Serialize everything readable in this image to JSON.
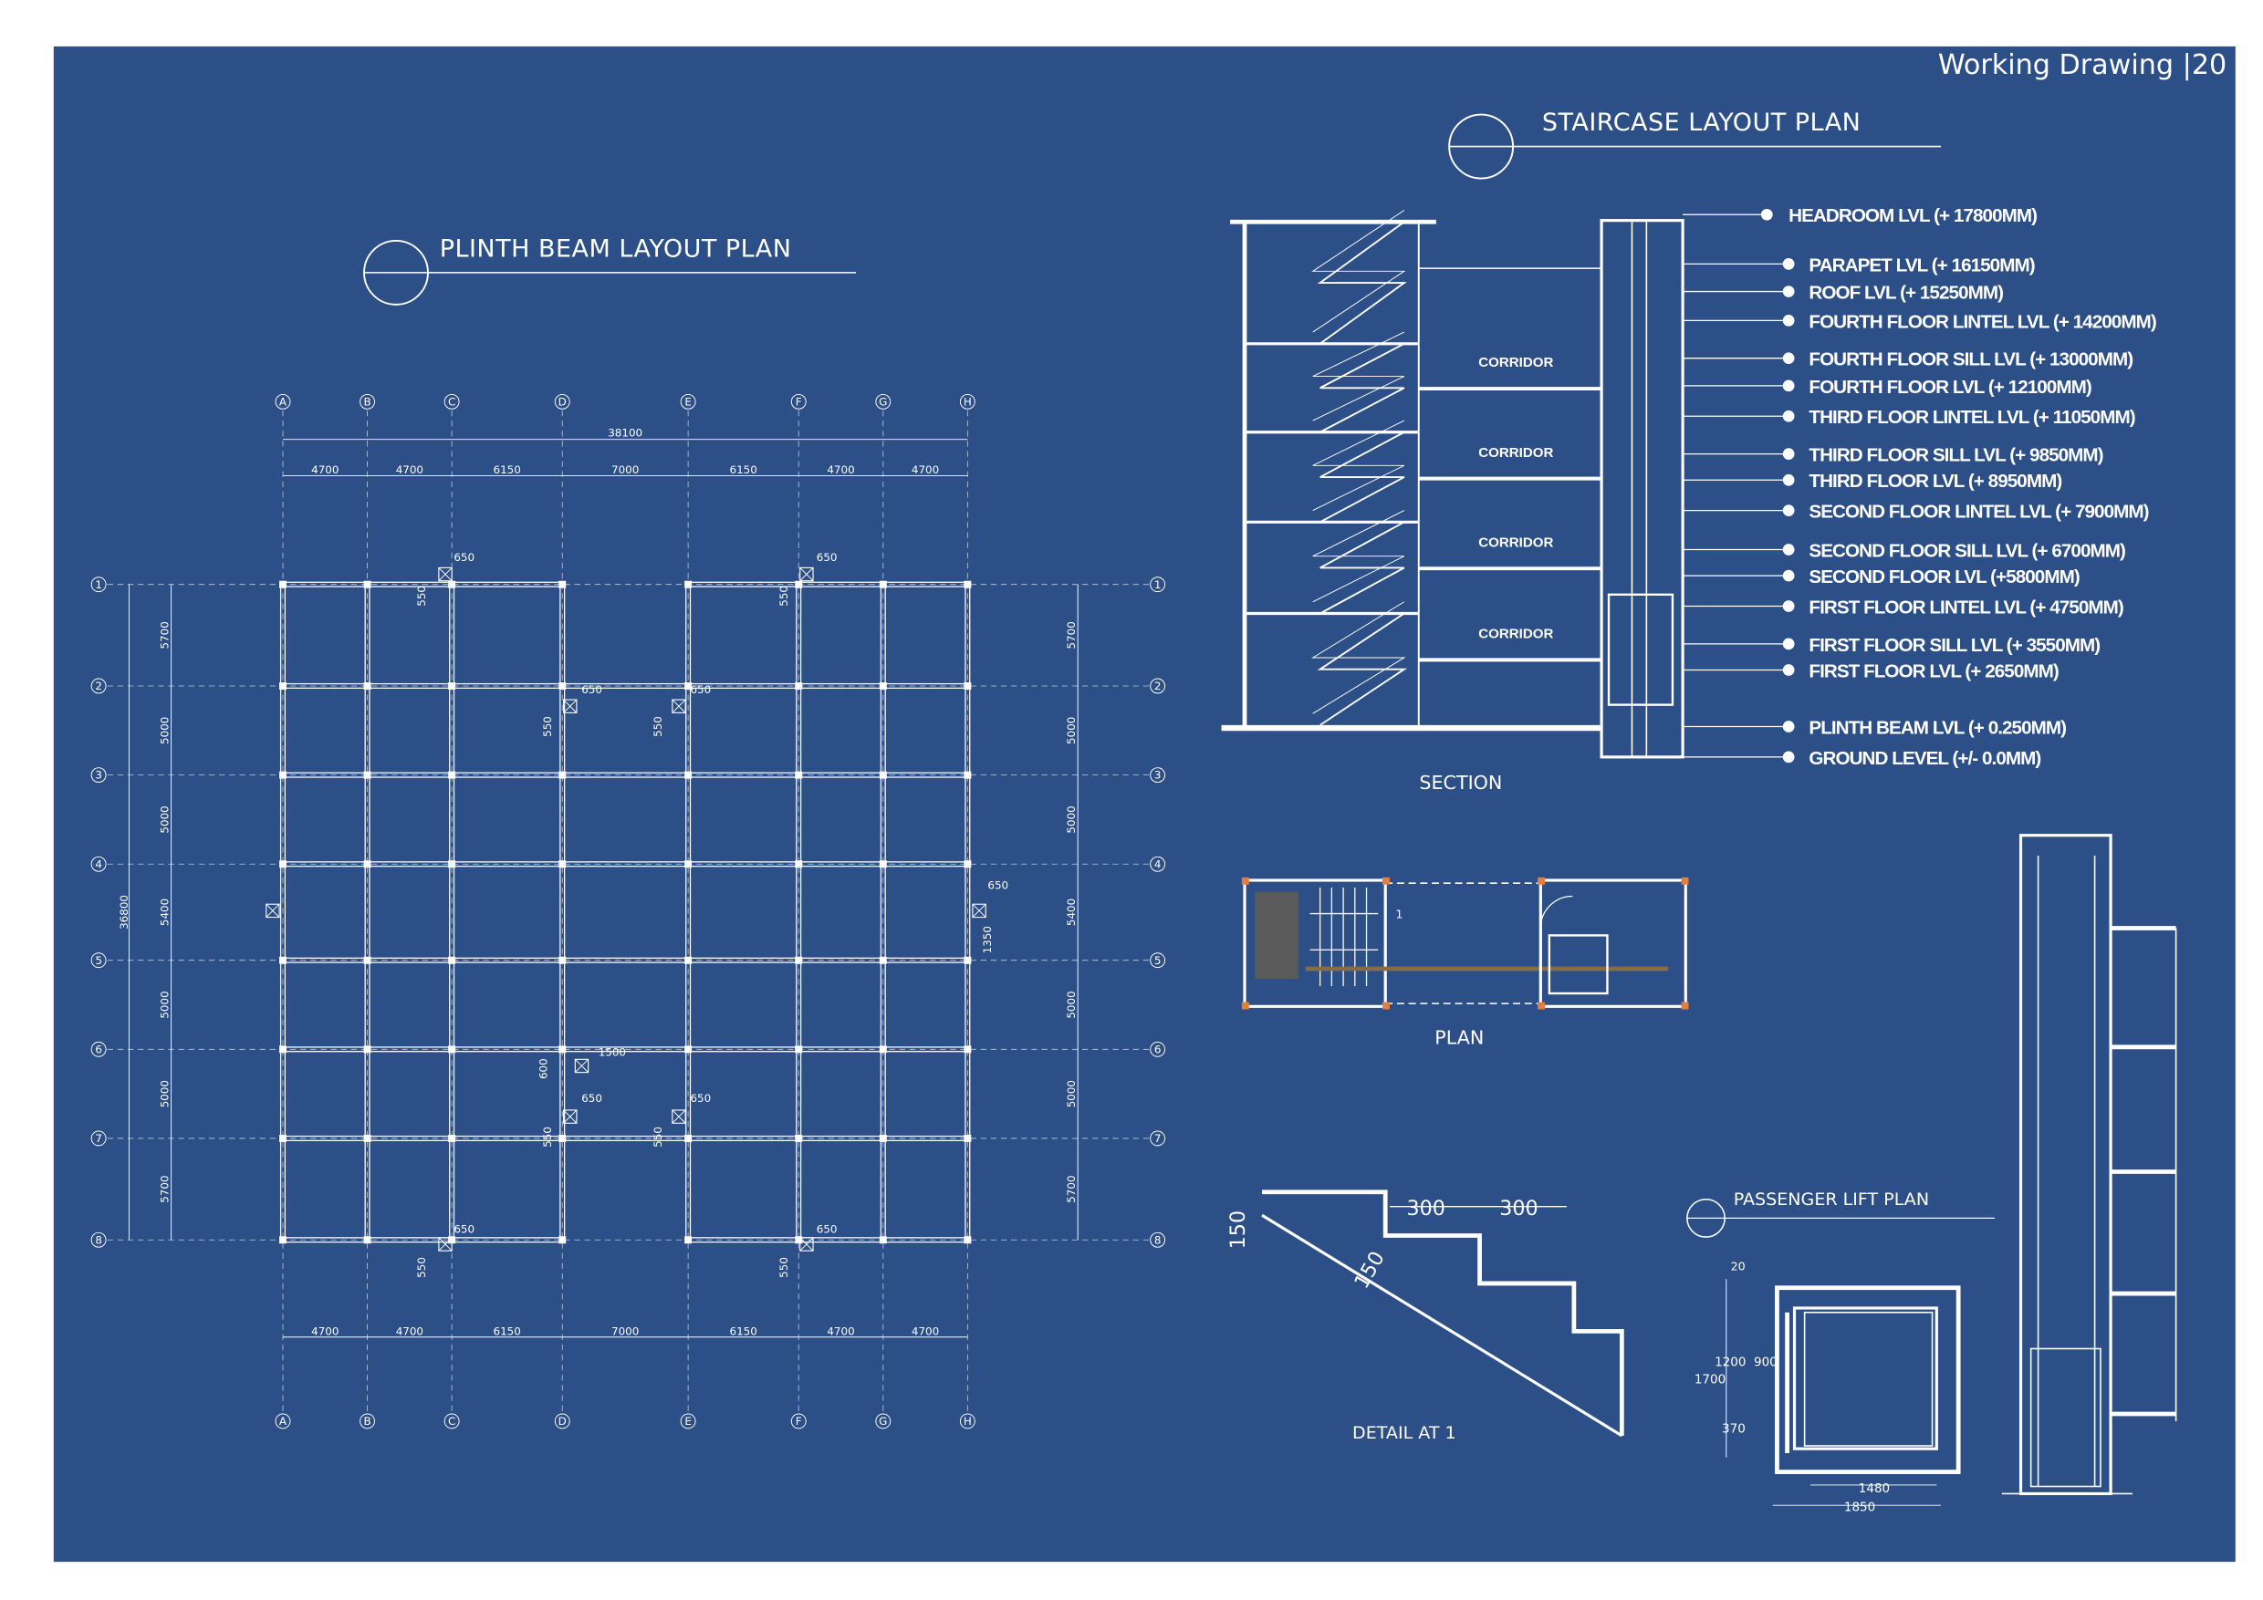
{
  "header": {
    "page_label": "Working Drawing |20"
  },
  "colors": {
    "background": "#2d4f87",
    "lines": "#ffffff",
    "accent_orange": "#e08040",
    "fill_grey": "#5a5a5a"
  },
  "plinth_plan": {
    "title": "PLINTH BEAM LAYOUT PLAN",
    "columns": [
      "A",
      "B",
      "C",
      "D",
      "E",
      "F",
      "G",
      "H"
    ],
    "rows": [
      "1",
      "2",
      "3",
      "4",
      "5",
      "6",
      "7",
      "8"
    ],
    "column_spans": [
      "4700",
      "4700",
      "6150",
      "7000",
      "6150",
      "4700",
      "4700"
    ],
    "row_spans": [
      "5700",
      "5000",
      "5000",
      "5400",
      "5000",
      "5000",
      "5700"
    ],
    "total_width": "38100",
    "total_height": "36800",
    "annotations": [
      "650",
      "550",
      "650",
      "550",
      "650",
      "550",
      "650",
      "550",
      "650",
      "1350",
      "1500",
      "600",
      "650",
      "550",
      "650",
      "550",
      "650",
      "550",
      "650",
      "550"
    ]
  },
  "staircase": {
    "title": "STAIRCASE LAYOUT PLAN",
    "section_label": "SECTION",
    "plan_label": "PLAN",
    "plan_marker": "1",
    "corridor_label": "CORRIDOR",
    "levels": [
      "HEADROOM LVL  (+ 17800MM)",
      "PARAPET LVL  (+ 16150MM)",
      "ROOF LVL  (+ 15250MM)",
      "FOURTH FLOOR LINTEL LVL  (+ 14200MM)",
      "FOURTH FLOOR SILL LVL  (+ 13000MM)",
      "FOURTH FLOOR LVL  (+ 12100MM)",
      "THIRD FLOOR LINTEL LVL  (+ 11050MM)",
      "THIRD FLOOR SILL LVL  (+ 9850MM)",
      "THIRD FLOOR LVL  (+ 8950MM)",
      "SECOND FLOOR LINTEL LVL  (+ 7900MM)",
      "SECOND FLOOR SILL LVL  (+ 6700MM)",
      "SECOND FLOOR LVL  (+5800MM)",
      "FIRST FLOOR LINTEL LVL  (+ 4750MM)",
      "FIRST FLOOR SILL LVL  (+ 3550MM)",
      "FIRST FLOOR LVL  (+ 2650MM)",
      "PLINTH BEAM LVL  (+ 0.250MM)",
      "GROUND LEVEL  (+/- 0.0MM)"
    ]
  },
  "detail": {
    "title": "DETAIL AT 1",
    "tread_1": "300",
    "tread_2": "300",
    "riser": "150",
    "waist": "150"
  },
  "lift_plan": {
    "title": "PASSENGER LIFT PLAN",
    "dims": {
      "d20": "20",
      "d1200": "1200",
      "d900": "900",
      "d1700": "1700",
      "d370": "370",
      "d1480": "1480",
      "d1850": "1850"
    }
  }
}
